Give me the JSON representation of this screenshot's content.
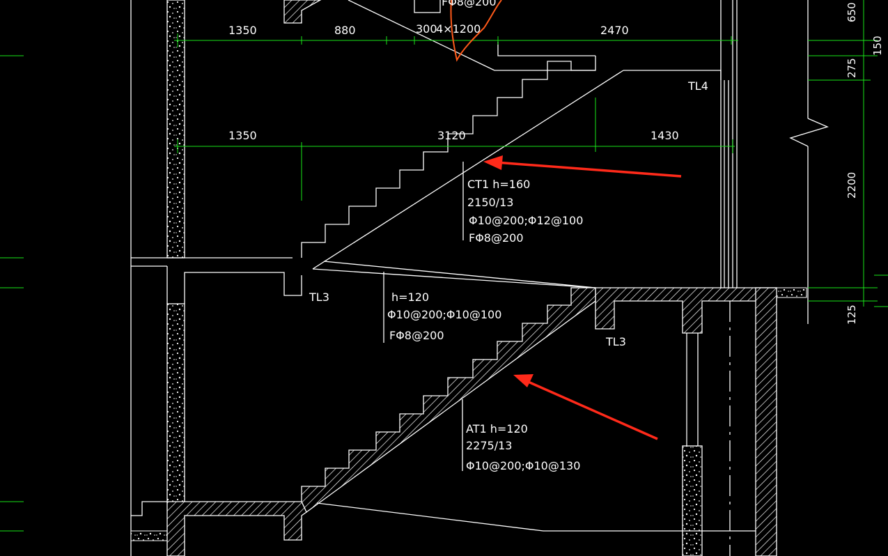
{
  "colors": {
    "background": "#000000",
    "lines": "#ffffff",
    "dimension_lines": "#19e619",
    "annotation_arrows": "#ff2a1a",
    "revision_cloud": "#ff5a1a"
  },
  "dimensions": {
    "upper_row": [
      "1350",
      "880",
      "300",
      "4×1200",
      "2470"
    ],
    "middle_row": [
      "1350",
      "3120",
      "1430"
    ],
    "vertical": [
      "650",
      "150",
      "275",
      "2200",
      "125"
    ]
  },
  "labels": {
    "top_partial": "FΦ8@200",
    "beam_tl4": "TL4",
    "beam_tl3_left": "TL3",
    "beam_tl3_right": "TL3"
  },
  "flights": {
    "ct1": {
      "name": "CT1 h=160",
      "steps": "2150/13",
      "rebar": "Φ10@200;Φ12@100",
      "dist": "FΦ8@200"
    },
    "landing": {
      "thickness": "h=120",
      "rebar": "Φ10@200;Φ10@100",
      "dist": "FΦ8@200"
    },
    "at1": {
      "name": "AT1 h=120",
      "steps": "2275/13",
      "rebar": "Φ10@200;Φ10@130"
    }
  }
}
